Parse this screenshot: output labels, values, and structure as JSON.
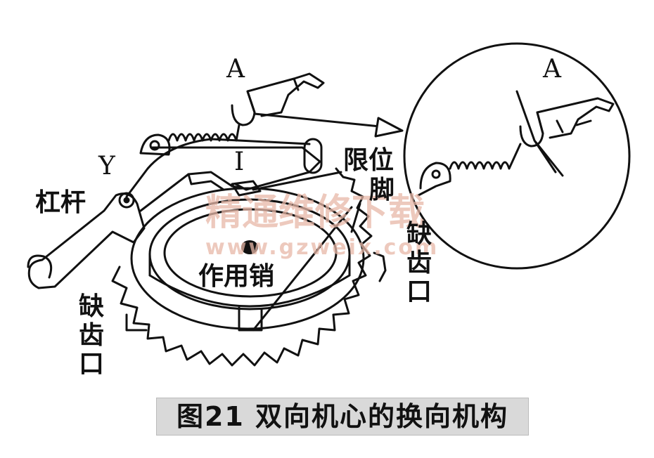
{
  "labels": {
    "A_main": "A",
    "A_detail": "A",
    "Y": "Y",
    "I": "I",
    "lever": "杠杆",
    "limit_foot_line1": "限位",
    "limit_foot_line2": "脚",
    "notch_right_1": "缺",
    "notch_right_2": "齿",
    "notch_right_3": "口",
    "notch_left_1": "缺",
    "notch_left_2": "齿",
    "notch_left_3": "口",
    "pin": "作用销"
  },
  "watermark": {
    "line1": "精通维修下载",
    "line2": "www.gzweix.com"
  },
  "caption": "图21   双向机心的换向机构",
  "colors": {
    "ink": "#111111",
    "watermark": "#e8b8a8",
    "caption_bg": "#d9d9d9"
  }
}
